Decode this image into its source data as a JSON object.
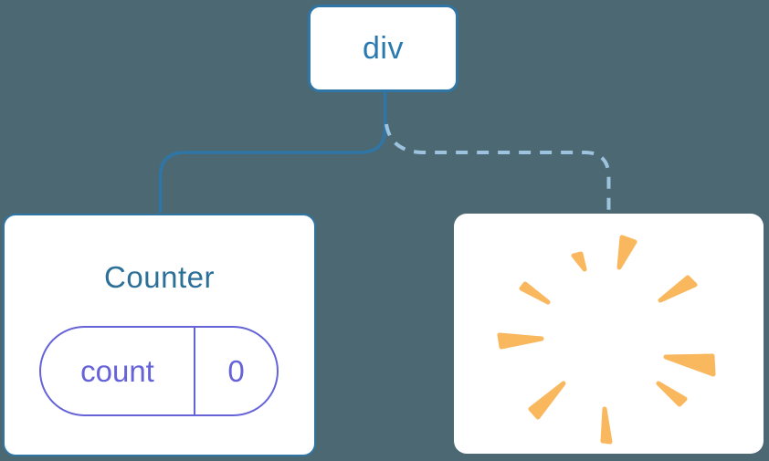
{
  "diagram": {
    "root": {
      "label": "div"
    },
    "left_child": {
      "title": "Counter",
      "state": {
        "name": "count",
        "value": "0"
      }
    },
    "right_child": {
      "icon": "poof"
    }
  },
  "colors": {
    "background": "#4C6872",
    "card_bg": "#FFFFFF",
    "solid_line": "#2F76A6",
    "dashed_line": "#9DC3DE",
    "root_text": "#2A7AB0",
    "title_text": "#2C6F97",
    "state_accent": "#6663D9",
    "poof": "#F9B85E"
  }
}
